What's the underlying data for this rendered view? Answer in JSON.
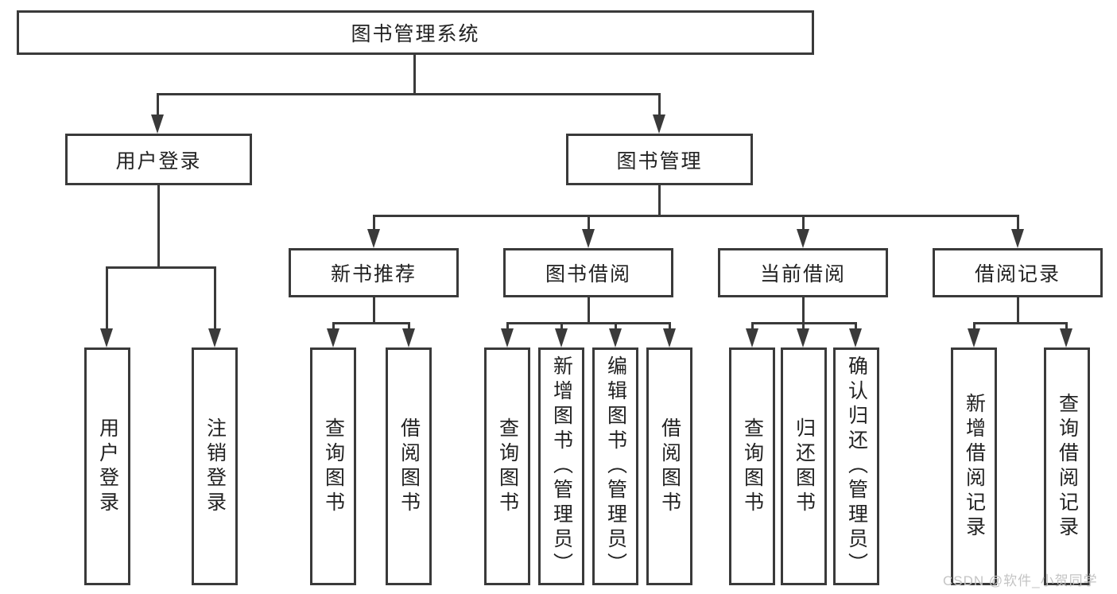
{
  "diagram_title": "图书管理系统",
  "watermark": "CSDN @软件_小贺同学",
  "colors": {
    "line": "#3a3a3a",
    "text": "#222222",
    "watermark": "#c4c4c4",
    "background": "#ffffff"
  },
  "nodes": {
    "root": {
      "label": "图书管理系统"
    },
    "level1": [
      {
        "label": "用户登录"
      },
      {
        "label": "图书管理"
      }
    ],
    "level2": [
      {
        "label": "新书推荐",
        "parent": "图书管理"
      },
      {
        "label": "图书借阅",
        "parent": "图书管理"
      },
      {
        "label": "当前借阅",
        "parent": "图书管理"
      },
      {
        "label": "借阅记录",
        "parent": "图书管理"
      }
    ],
    "leaves": [
      {
        "label": "用户登录",
        "parent": "用户登录"
      },
      {
        "label": "注销登录",
        "parent": "用户登录"
      },
      {
        "label": "查询图书",
        "parent": "新书推荐"
      },
      {
        "label": "借阅图书",
        "parent": "新书推荐"
      },
      {
        "label": "查询图书",
        "parent": "图书借阅"
      },
      {
        "label": "新增图书（管理员）",
        "parent": "图书借阅"
      },
      {
        "label": "编辑图书（管理员）",
        "parent": "图书借阅"
      },
      {
        "label": "借阅图书",
        "parent": "图书借阅"
      },
      {
        "label": "查询图书",
        "parent": "当前借阅"
      },
      {
        "label": "归还图书",
        "parent": "当前借阅"
      },
      {
        "label": "确认归还（管理员）",
        "parent": "当前借阅"
      },
      {
        "label": "新增借阅记录",
        "parent": "借阅记录"
      },
      {
        "label": "查询借阅记录",
        "parent": "借阅记录"
      }
    ]
  }
}
